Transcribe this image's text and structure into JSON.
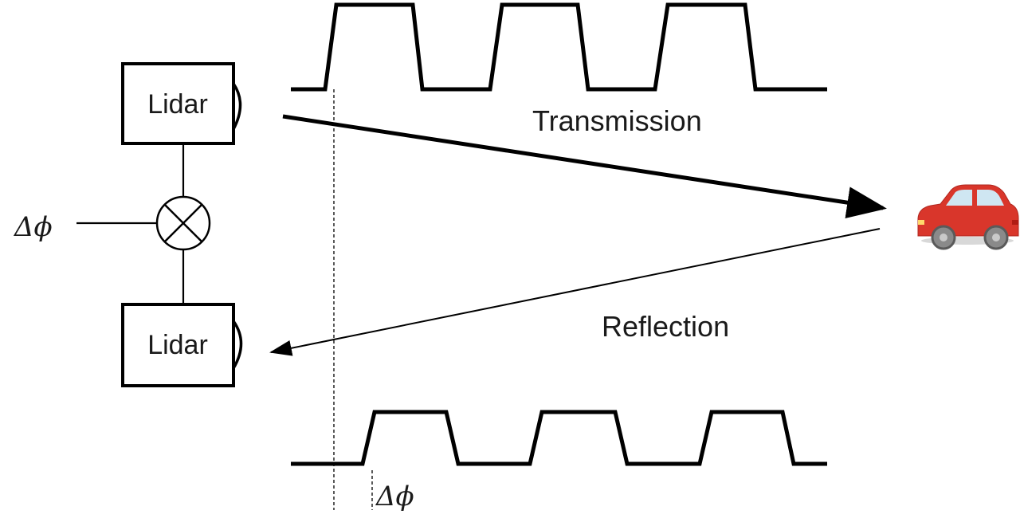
{
  "lidar_top": {
    "label": "Lidar"
  },
  "lidar_bottom": {
    "label": "Lidar"
  },
  "mixer": {
    "input_label": "Δϕ"
  },
  "paths": {
    "transmission": "Transmission",
    "reflection": "Reflection"
  },
  "phase_shift_label": "Δϕ",
  "target": {
    "icon": "car-icon",
    "body_color": "#d9362b",
    "window_color": "#cfe6f2",
    "wheel_color": "#8a8a8a"
  },
  "waveforms": {
    "transmitted_pulses": 3,
    "reflected_pulses": 3
  }
}
